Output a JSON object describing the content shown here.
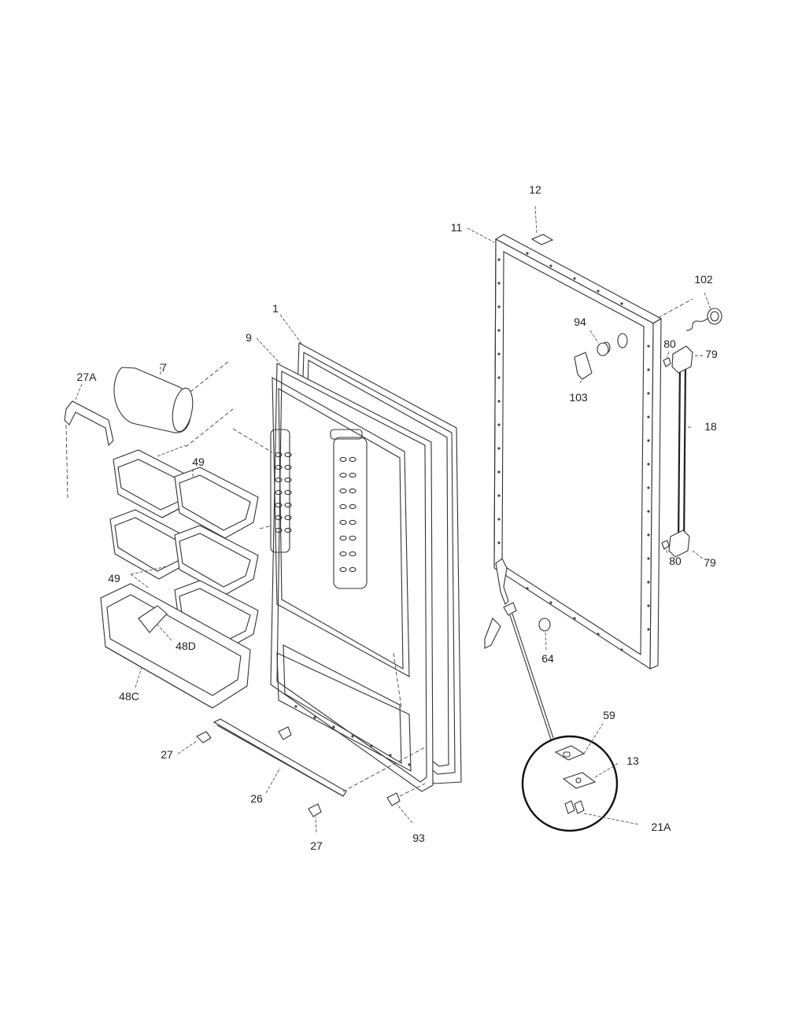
{
  "labels": {
    "p1": "1",
    "p7": "7",
    "p9": "9",
    "p11": "11",
    "p12": "12",
    "p13": "13",
    "p18": "18",
    "p21A": "21A",
    "p26": "26",
    "p27_left": "27",
    "p27_bottom": "27",
    "p27A": "27A",
    "p48C": "48C",
    "p48D": "48D",
    "p49_top": "49",
    "p49_mid": "49",
    "p59": "59",
    "p64": "64",
    "p79_top": "79",
    "p79_bottom": "79",
    "p80_top": "80",
    "p80_bottom": "80",
    "p93": "93",
    "p94": "94",
    "p102": "102",
    "p103": "103"
  }
}
